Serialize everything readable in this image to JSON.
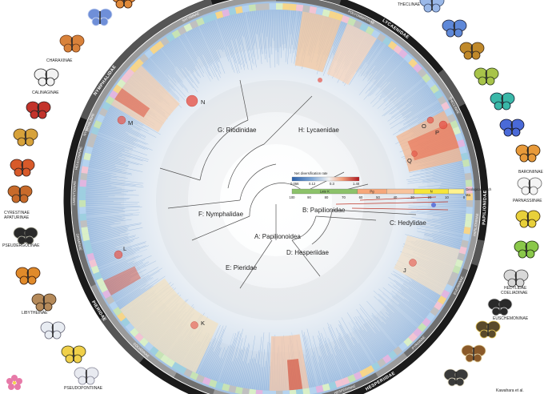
{
  "families": {
    "papilionoidea": "A: Papilionoidea",
    "papilionidae": "B: Papilionidae",
    "hedylidae": "C: Hedylidae",
    "hesperiidae": "D: Hesperiidae",
    "pieridae": "E: Pieridae",
    "nymphalidae": "F: Nymphalidae",
    "riodinidae": "G: Riodinidae",
    "lycaenidae": "H: Lycaenidae"
  },
  "node_letters": [
    "J",
    "K",
    "L",
    "M",
    "N",
    "O",
    "P",
    "Q"
  ],
  "outer_ring_labels": {
    "nymphalidae": "NYMPHALIDAE",
    "lycaenidae": "LYCAENIDAE",
    "pieridae": "PIERIDAE",
    "papilionidae": "PAPILIONIDAE",
    "hesperiidae": "HESPERIIDAE"
  },
  "inner_ring_labels": {
    "satyrinae": "SATYRINAE",
    "danainae": "DANAINAE",
    "theclinae": "THECLINAE",
    "polyommatinae": "POLYOMMATINAE",
    "coliadinae": "COLIADINAE",
    "hesperiinae": "HESPERIINAE",
    "pyrginae": "PYRGINAE",
    "eudaminae": "EUDAMINAE",
    "papilioninae": "PAPILIONINAE",
    "limenitidinae": "LIMENITIDINAE",
    "heliconiinae": "HELICONIINAE",
    "nymphalinae": "NYMPHALINAE"
  },
  "subfamily_labels": {
    "theclinae_top": "THECLINAE",
    "charaxinae": "CHARAXINAE",
    "calinaginae": "CALINAGINAE",
    "cyrestinae": "CYRESTINAE",
    "apaturinae": "APATURINAE",
    "pseudergolinae": "PSEUDERGOLINAE",
    "libytheinae": "LIBYTHEINAE",
    "pseudopontiinae": "PSEUDOPONTIINAE",
    "baroniinae": "BARONIINAE",
    "parnassiinae": "PARNASSIINAE",
    "hedylidae": "HEDYLIDAE",
    "coeliadinae": "COELIADINAE",
    "euschemoninae": "EUSCHEMONINAE"
  },
  "legend": {
    "title": "Net diversification rate",
    "ticks": [
      "0.056",
      "0.12",
      "0.3",
      "1.40"
    ],
    "colors": [
      "#2b5fa8",
      "#7fa8d8",
      "#f2f2f2",
      "#f2a07b",
      "#b01820"
    ],
    "epoch_label": "Geological epoch",
    "epoch_unit": "Ma",
    "epochs": [
      {
        "name": "Late K",
        "color": "#8cc26a",
        "frac": 0.38
      },
      {
        "name": "Pg",
        "color": "#f6a77a",
        "frac": 0.17
      },
      {
        "name": "",
        "color": "#f8c39c",
        "frac": 0.16
      },
      {
        "name": "N",
        "color": "#f7e63a",
        "frac": 0.2
      },
      {
        "name": "",
        "color": "#fff38f",
        "frac": 0.09
      }
    ],
    "epoch_ticks": [
      "100",
      "90",
      "80",
      "70",
      "60",
      "50",
      "40",
      "30",
      "20",
      "10",
      "0"
    ]
  },
  "rate_hotspots": [
    {
      "letter": "N",
      "intensity": 0.8
    },
    {
      "letter": "M",
      "intensity": 0.7
    },
    {
      "letter": "L",
      "intensity": 0.7
    },
    {
      "letter": "K",
      "intensity": 0.6
    },
    {
      "letter": "J",
      "intensity": 0.6
    },
    {
      "letter": "O",
      "intensity": 0.7
    },
    {
      "letter": "P",
      "intensity": 0.8
    },
    {
      "letter": "Q",
      "intensity": 0.6
    }
  ],
  "icons": [
    "butterfly-icon"
  ],
  "credit_text": "Kawahara et al."
}
